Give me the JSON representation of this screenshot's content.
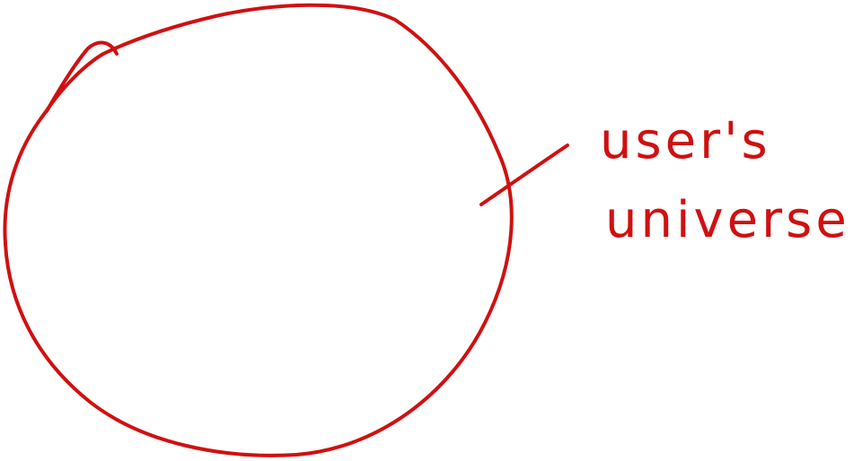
{
  "annotation": {
    "line1": "user's",
    "line2": "universe"
  },
  "colors": {
    "ink": "#d01010",
    "background": "#ffffff"
  },
  "shapes": {
    "main": "hand-drawn-circle",
    "pointer": "leader-line"
  }
}
